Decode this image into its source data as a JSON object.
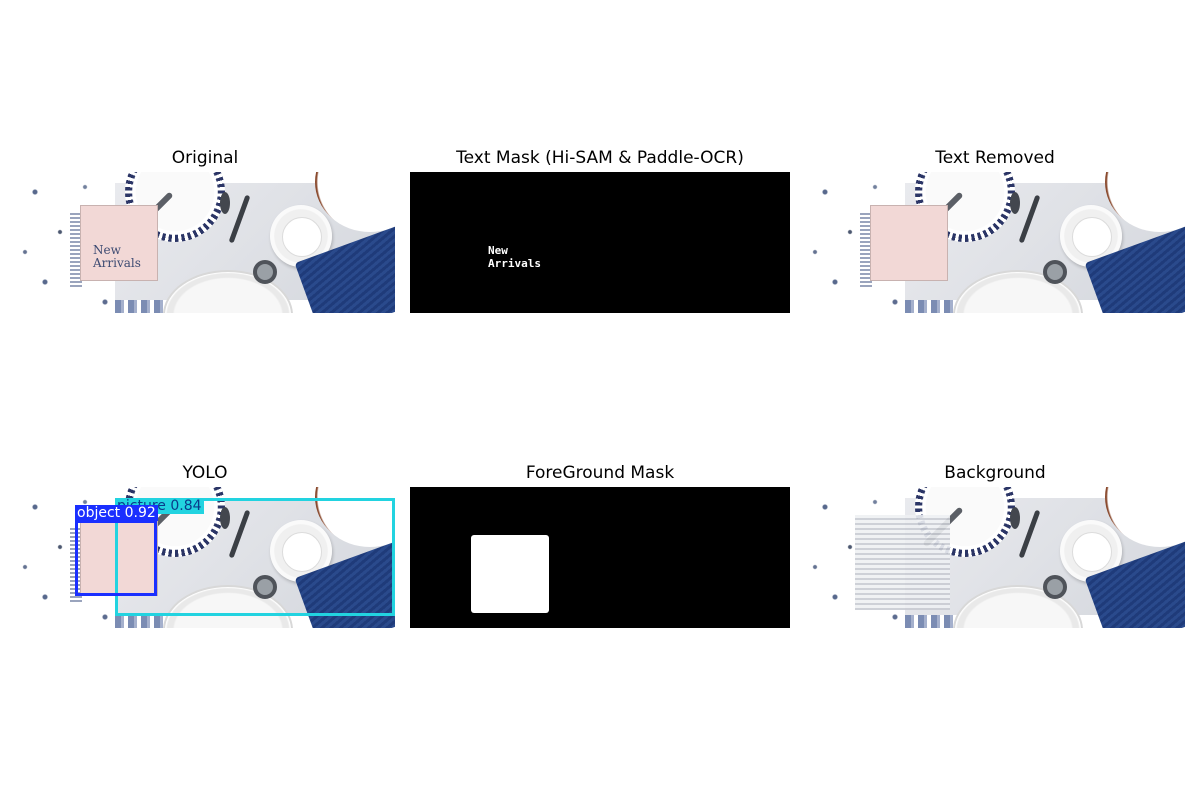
{
  "panels": [
    {
      "title": "Original"
    },
    {
      "title": "Text Mask (Hi-SAM & Paddle-OCR)"
    },
    {
      "title": "Text Removed"
    },
    {
      "title": "YOLO"
    },
    {
      "title": "ForeGround Mask"
    },
    {
      "title": "Background"
    }
  ],
  "image_text": {
    "line1": "New",
    "line2": "Arrivals"
  },
  "yolo": {
    "object_label": "object  0.92",
    "picture_label": "picture  0.84",
    "object_color": "#1a2fff",
    "picture_color": "#22d3e0"
  }
}
